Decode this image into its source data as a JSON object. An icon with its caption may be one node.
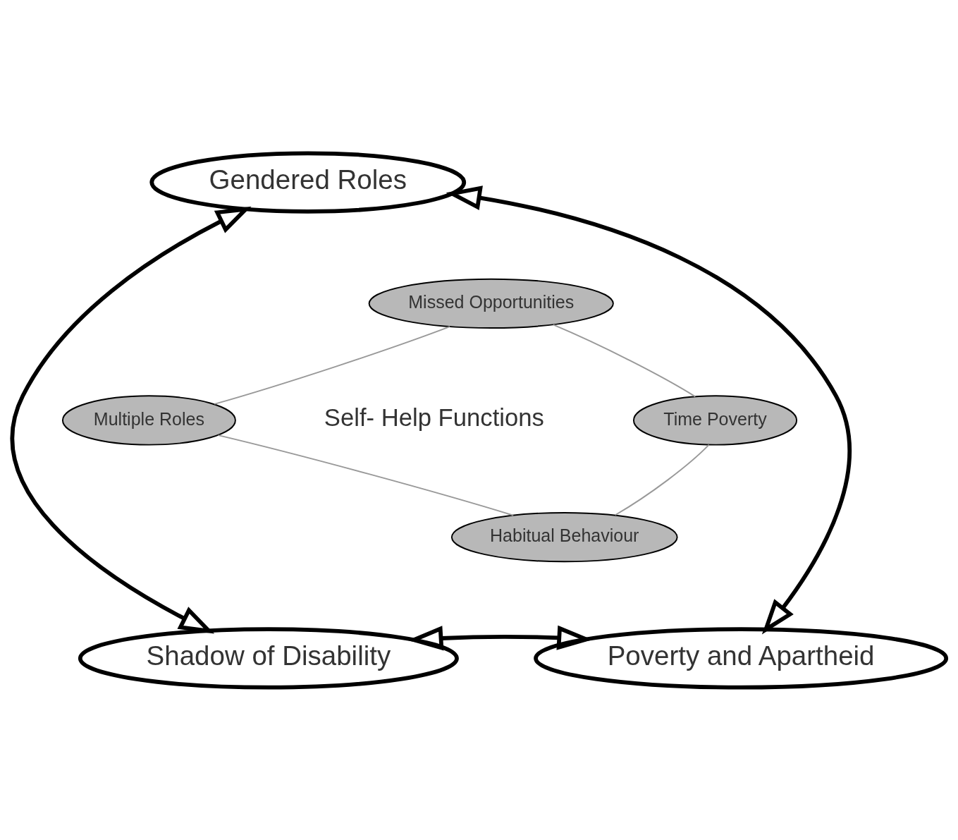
{
  "diagram": {
    "nodes": [
      {
        "text": [
          "Gendered Roles"
        ]
      },
      {
        "text": [
          "Missed Opportunities"
        ]
      },
      {
        "text": [
          "Multiple Roles"
        ]
      },
      {
        "text": [
          "Time Poverty"
        ]
      },
      {
        "text": [
          "Habitual Behaviour"
        ]
      },
      {
        "text": [
          "Shadow of Disability"
        ]
      },
      {
        "text": [
          "Poverty and Apartheid"
        ]
      }
    ],
    "edges": [
      {
        "from": 0,
        "to": 5,
        "arrow": "both",
        "style": "thick",
        "color": "#000000"
      },
      {
        "from": 0,
        "to": 6,
        "arrow": "both",
        "style": "thick",
        "color": "#000000"
      },
      {
        "from": 5,
        "to": 6,
        "arrow": "both",
        "style": "thick",
        "color": "#000000"
      },
      {
        "from": 1,
        "to": 2,
        "arrow": "none",
        "color": "#999999"
      },
      {
        "from": 1,
        "to": 3,
        "arrow": "none",
        "color": "#999999"
      },
      {
        "from": 2,
        "to": 4,
        "arrow": "none",
        "color": "#999999"
      },
      {
        "from": 3,
        "to": 4,
        "arrow": "none",
        "color": "#999999"
      }
    ],
    "labels": [
      "Self- Help Functions"
    ]
  }
}
